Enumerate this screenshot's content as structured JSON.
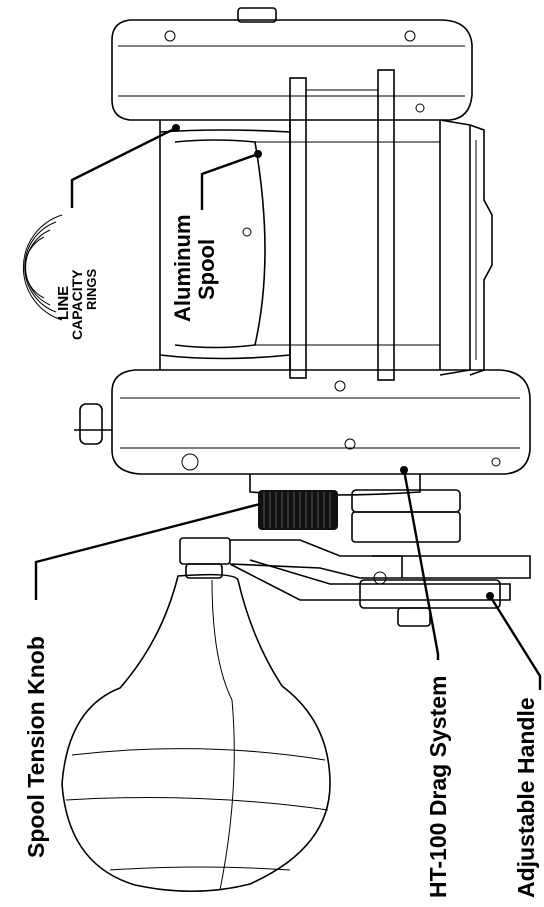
{
  "labels": {
    "aluminum_spool_line1": "Aluminum",
    "aluminum_spool_line2": "Spool",
    "spool_tension_knob": "Spool Tension Knob",
    "ht100_drag_system": "HT-100 Drag System",
    "adjustable_handle": "Adjustable Handle"
  },
  "logo": {
    "line": "LINE",
    "capacity": "CAPACITY",
    "rings": "RINGS"
  }
}
